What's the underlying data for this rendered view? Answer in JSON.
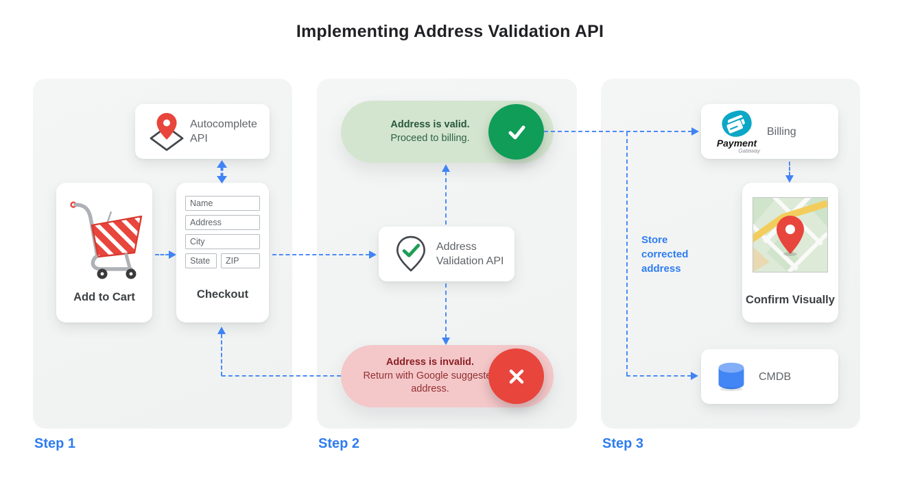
{
  "title": "Implementing Address Validation API",
  "colors": {
    "accent_blue": "#3f83f5",
    "success_green": "#0f9d58",
    "error_red": "#e8453c",
    "valid_pill_bg": "#d3e5cf",
    "invalid_pill_bg": "#f4c7c9",
    "panel_bg": "#f1f3f3"
  },
  "steps": [
    {
      "label": "Step 1"
    },
    {
      "label": "Step 2"
    },
    {
      "label": "Step 3"
    }
  ],
  "step1": {
    "autocomplete": {
      "label": "Autocomplete API",
      "icon": "map-pin-diamond-icon"
    },
    "add_to_cart": {
      "label": "Add to Cart",
      "icon": "shopping-cart-icon"
    },
    "checkout": {
      "label": "Checkout",
      "fields": [
        "Name",
        "Address",
        "City",
        "State",
        "ZIP"
      ]
    }
  },
  "step2": {
    "valid": {
      "title": "Address is valid.",
      "subtitle": "Proceed to billing.",
      "icon": "check-icon"
    },
    "validation_api": {
      "label": "Address Validation API",
      "icon": "pin-check-icon"
    },
    "invalid": {
      "title": "Address is invalid.",
      "subtitle": "Return with Google suggested address.",
      "icon": "x-icon"
    }
  },
  "step3": {
    "billing": {
      "label": "Billing",
      "logo_top": "Payment",
      "logo_bottom": "Gateway",
      "icon": "payment-gateway-icon"
    },
    "confirm": {
      "label": "Confirm Visually",
      "icon": "map-thumbnail-icon"
    },
    "cmdb": {
      "label": "CMDB",
      "icon": "database-icon"
    },
    "note": "Store corrected address"
  }
}
